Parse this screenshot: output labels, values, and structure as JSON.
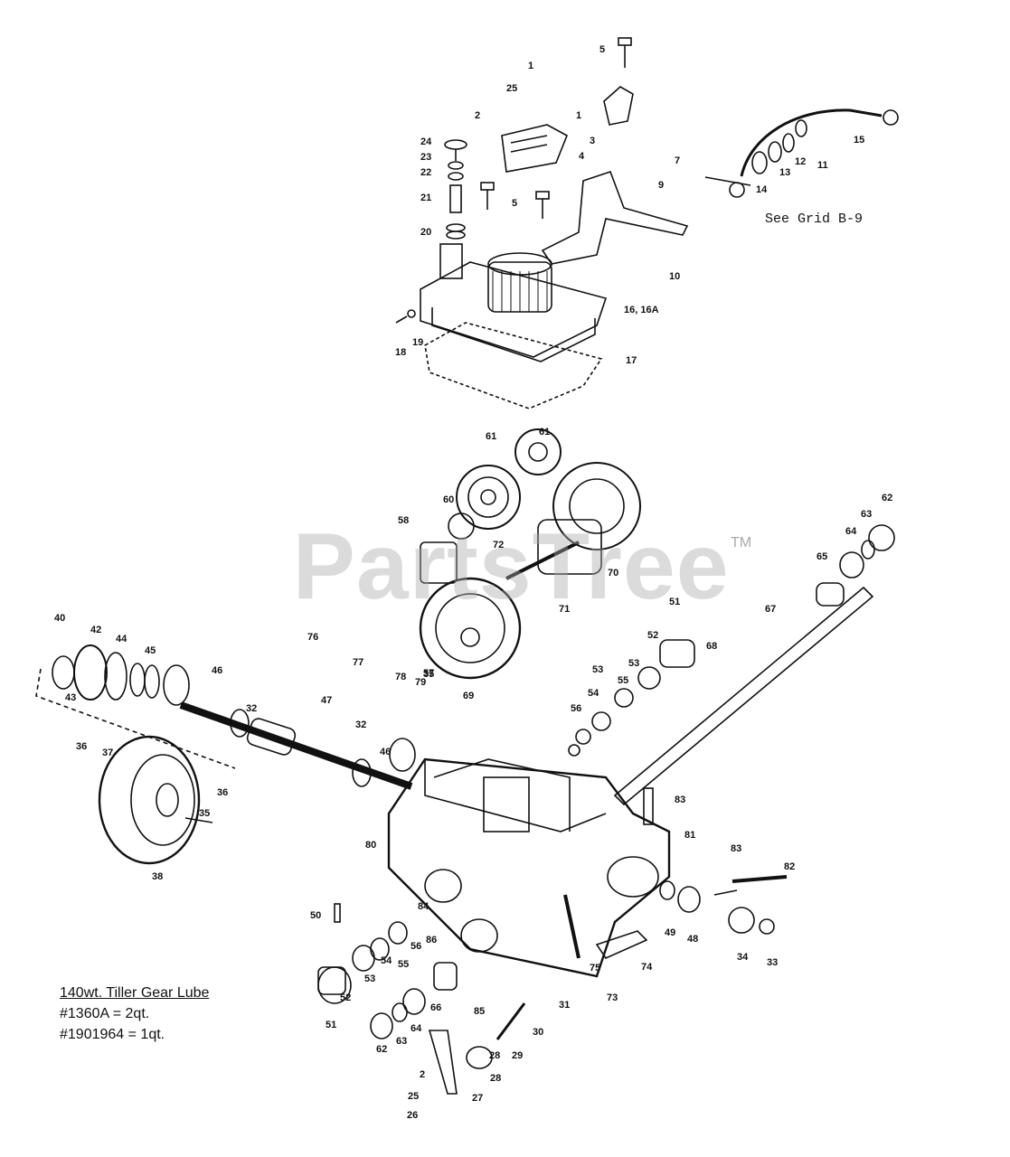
{
  "watermark": {
    "text": "PartsTree",
    "trademark": "TM"
  },
  "see_grid_note": "See Grid B-9",
  "lube_note": {
    "title": "140wt. Tiller Gear Lube",
    "lines": [
      "#1360A = 2qt.",
      "#1901964 = 1qt."
    ]
  },
  "callouts": [
    "1",
    "1",
    "2",
    "2",
    "3",
    "4",
    "5",
    "5",
    "7",
    "9",
    "10",
    "11",
    "12",
    "13",
    "14",
    "15",
    "16, 16A",
    "17",
    "18",
    "19",
    "20",
    "21",
    "22",
    "23",
    "24",
    "25",
    "25",
    "26",
    "27",
    "28",
    "28",
    "29",
    "30",
    "31",
    "32",
    "32",
    "33",
    "34",
    "35",
    "35",
    "36",
    "36",
    "37",
    "38",
    "40",
    "42",
    "43",
    "44",
    "45",
    "46",
    "46",
    "47",
    "48",
    "49",
    "50",
    "51",
    "51",
    "52",
    "52",
    "53",
    "53",
    "53",
    "54",
    "54",
    "55",
    "55",
    "56",
    "56",
    "57",
    "58",
    "60",
    "61",
    "61",
    "62",
    "62",
    "63",
    "63",
    "64",
    "64",
    "65",
    "66",
    "67",
    "68",
    "69",
    "70",
    "71",
    "72",
    "73",
    "74",
    "75",
    "76",
    "77",
    "78",
    "79",
    "80",
    "81",
    "82",
    "83",
    "83",
    "84",
    "85",
    "86"
  ]
}
